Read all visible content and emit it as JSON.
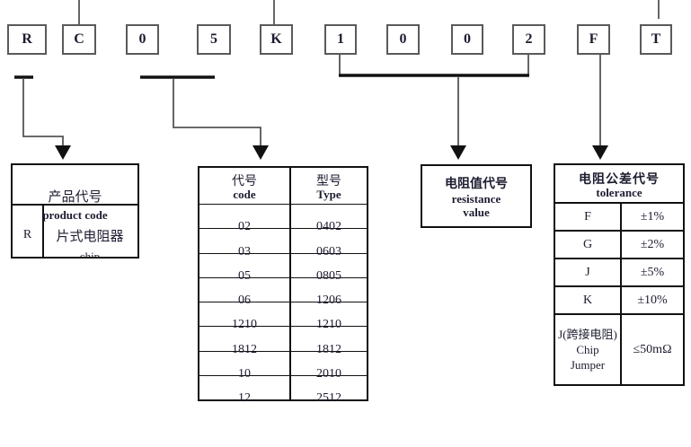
{
  "part_number": {
    "boxes": [
      "R",
      "C",
      "0",
      "5",
      "K",
      "1",
      "0",
      "0",
      "2",
      "F",
      "T"
    ]
  },
  "product_table": {
    "title_cn": "产品代号",
    "title_en": "product code",
    "row": {
      "code": "R",
      "desc_cn": "片式电阻器",
      "desc_en": "chip"
    }
  },
  "size_table": {
    "header": {
      "code_cn": "代号",
      "code_en": "code",
      "type_cn": "型号",
      "type_en": "Type"
    },
    "rows": [
      {
        "code": "02",
        "type": "0402"
      },
      {
        "code": "03",
        "type": "0603"
      },
      {
        "code": "05",
        "type": "0805"
      },
      {
        "code": "06",
        "type": "1206"
      },
      {
        "code": "1210",
        "type": "1210"
      },
      {
        "code": "1812",
        "type": "1812"
      },
      {
        "code": "10",
        "type": "2010"
      },
      {
        "code": "12",
        "type": "2512"
      }
    ]
  },
  "resistance_box": {
    "title_cn": "电阻值代号",
    "title_en_line1": "resistance",
    "title_en_line2": "value"
  },
  "tolerance_table": {
    "title_cn": "电阻公差代号",
    "title_en": "tolerance",
    "rows": [
      {
        "code": "F",
        "value": "±1%"
      },
      {
        "code": "G",
        "value": "±2%"
      },
      {
        "code": "J",
        "value": "±5%"
      },
      {
        "code": "K",
        "value": "±10%"
      }
    ],
    "jumper_row": {
      "code_cn": "J(跨接电阻)",
      "code_en_line1": "Chip",
      "code_en_line2": "Jumper",
      "value": "≤50mΩ"
    }
  },
  "colors": {
    "line": "#555555",
    "bar": "#111111",
    "border": "#111111",
    "text": "#1c1c30"
  }
}
